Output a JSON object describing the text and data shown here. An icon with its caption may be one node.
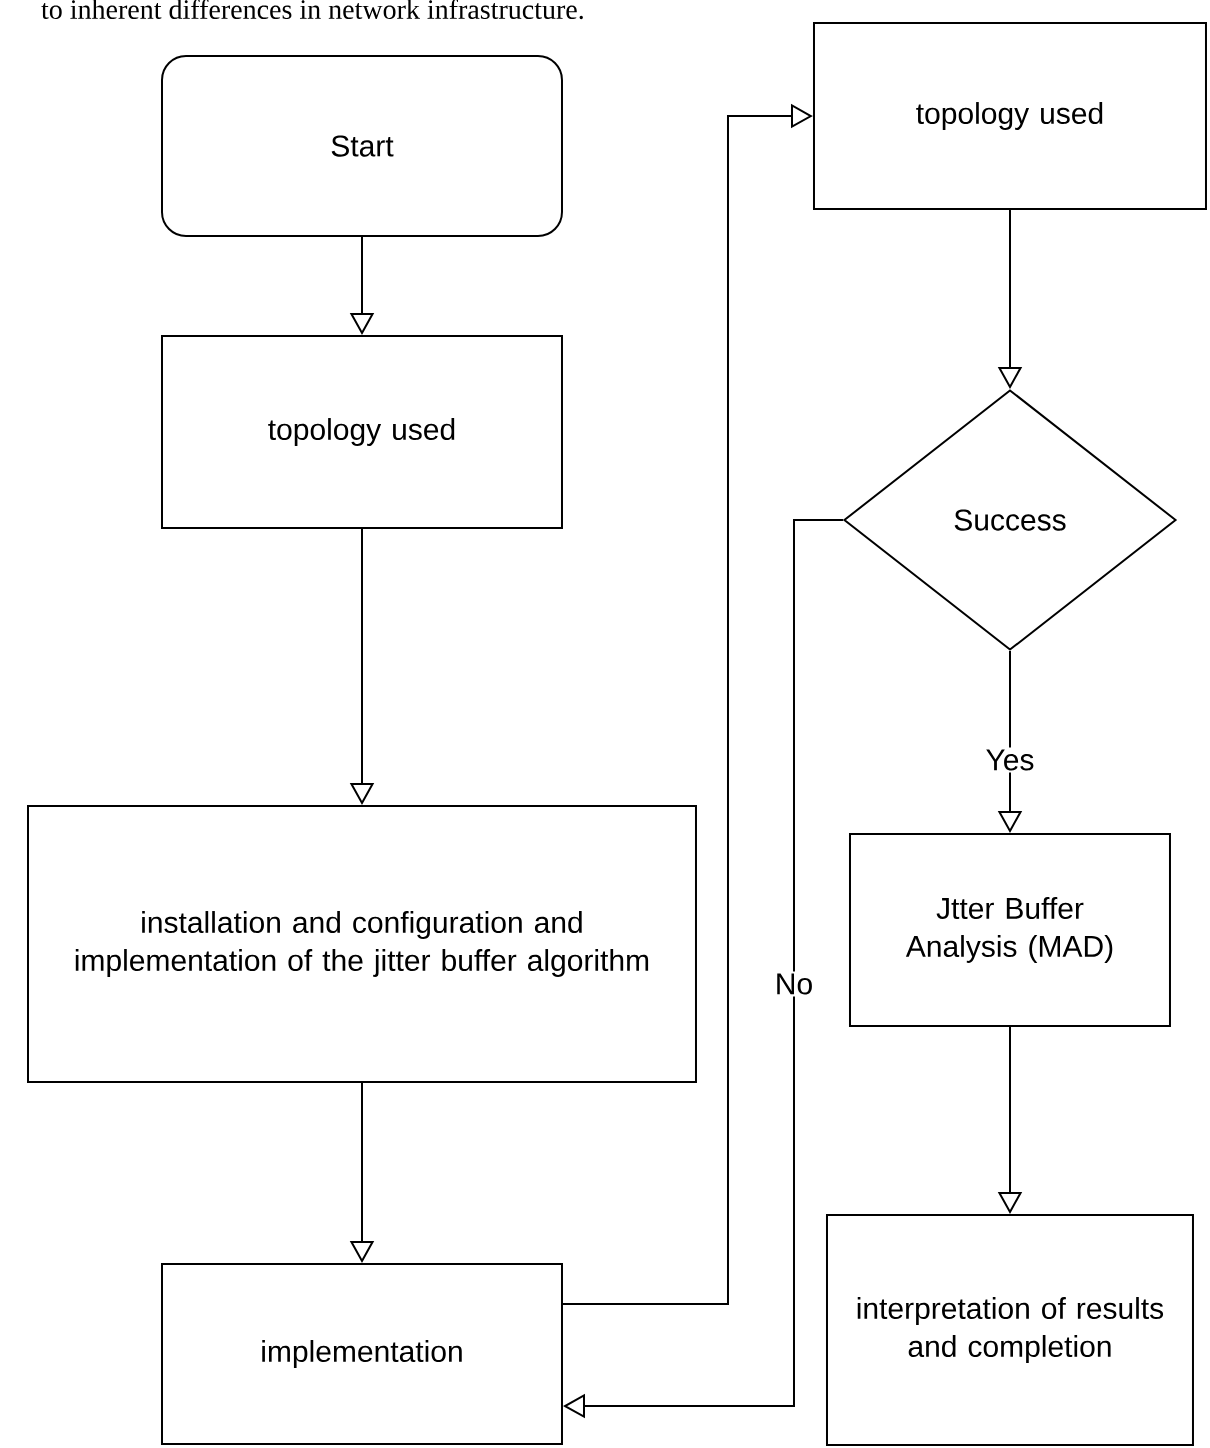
{
  "diagram": {
    "nodes": [
      {
        "text": [
          "Start"
        ]
      },
      {
        "text": [
          "topology used"
        ]
      },
      {
        "text": [
          "installation and configuration and implementation of the jitter buffer algorithm"
        ]
      },
      {
        "text": [
          "implementation"
        ]
      },
      {
        "text": [
          "topology used"
        ]
      },
      {
        "text": [
          "Success"
        ]
      },
      {
        "text": [
          "Jtter Buffer Analysis (MAD)"
        ]
      },
      {
        "text": [
          "interpretation of results and completion"
        ]
      }
    ],
    "edges": [
      {
        "from": 0,
        "to": 1,
        "arrow": "to"
      },
      {
        "from": 1,
        "to": 2,
        "arrow": "to"
      },
      {
        "from": 2,
        "to": 3,
        "arrow": "to"
      },
      {
        "from": 3,
        "to": 4,
        "arrow": "to"
      },
      {
        "from": 4,
        "to": 5,
        "arrow": "to"
      },
      {
        "from": 5,
        "to": 6,
        "arrow": "to",
        "label": "Yes"
      },
      {
        "from": 5,
        "to": 3,
        "arrow": "to",
        "label": "No"
      },
      {
        "from": 6,
        "to": 7,
        "arrow": "to"
      }
    ],
    "labels": [
      "to inherent differences in network infrastructure."
    ]
  }
}
